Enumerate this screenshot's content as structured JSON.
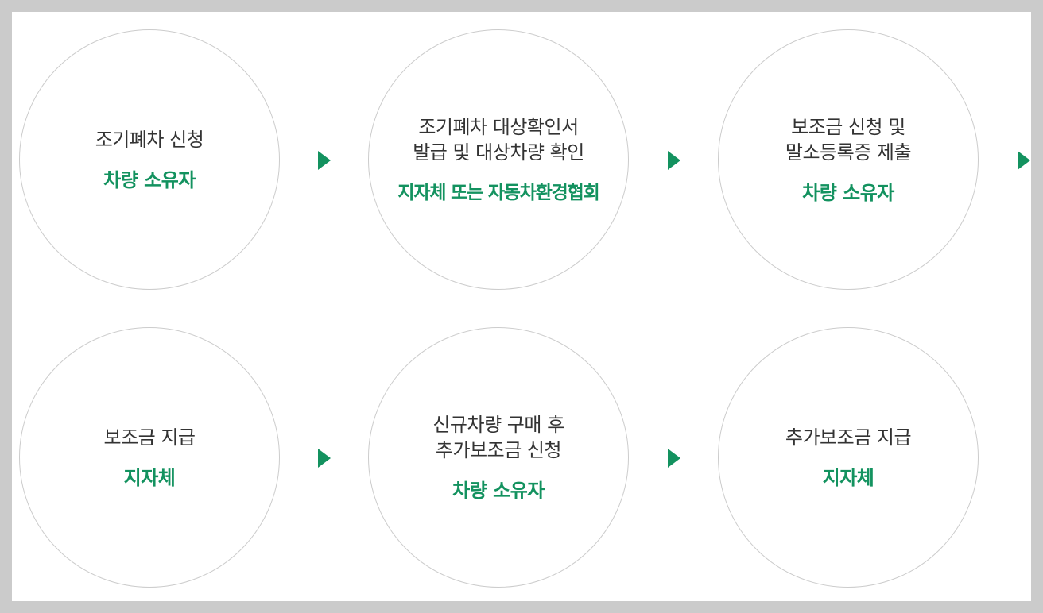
{
  "accent_color": "#13925f",
  "arrow_icon": "triangle-right-icon",
  "steps": [
    {
      "title": "조기폐차 신청",
      "actor": "차량 소유자"
    },
    {
      "title": "조기폐차 대상확인서\n발급 및 대상차량 확인",
      "actor": "지자체 또는 자동차환경협회"
    },
    {
      "title": "보조금 신청 및\n말소등록증 제출",
      "actor": "차량 소유자"
    },
    {
      "title": "보조금 지급",
      "actor": "지자체"
    },
    {
      "title": "신규차량 구매 후\n추가보조금 신청",
      "actor": "차량 소유자"
    },
    {
      "title": "추가보조금 지급",
      "actor": "지자체"
    }
  ]
}
